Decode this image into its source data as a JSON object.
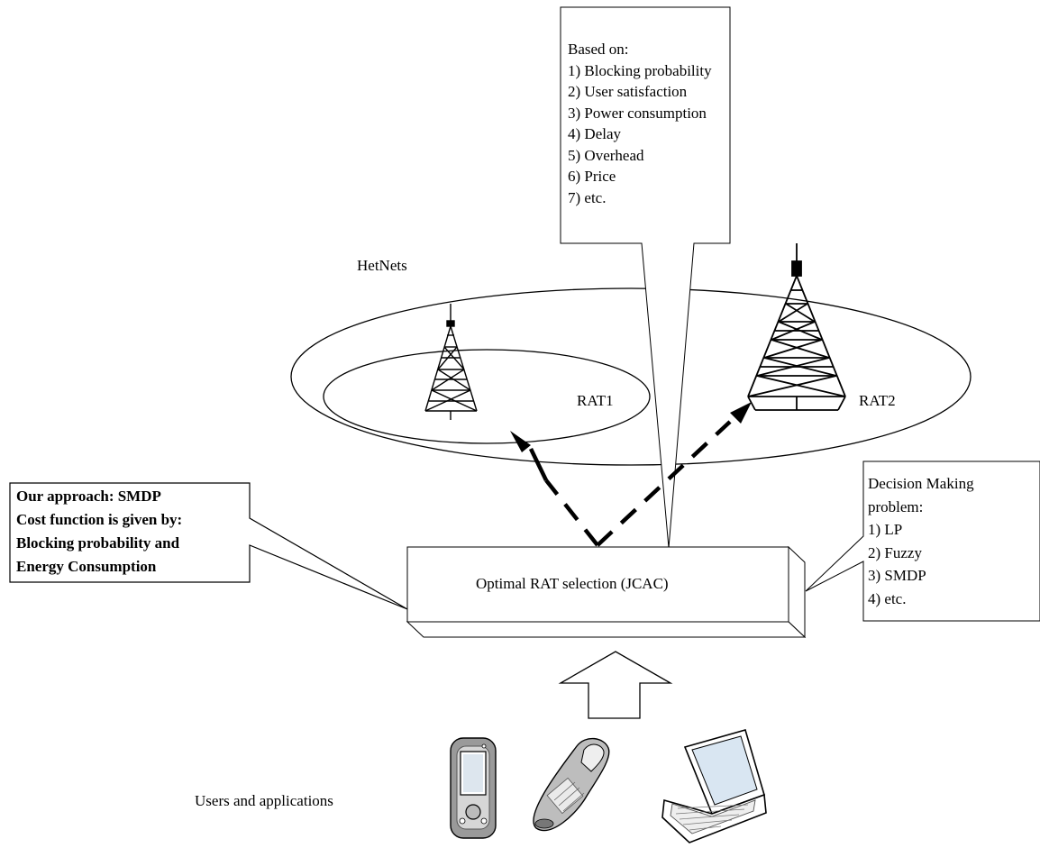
{
  "criteria_callout": {
    "heading": "Based on:",
    "items": [
      "1) Blocking probability",
      "2) User satisfaction",
      "3) Power consumption",
      "4) Delay",
      "5) Overhead",
      "6) Price",
      "7) etc."
    ]
  },
  "hetnets_label": "HetNets",
  "rat1_label": "RAT1",
  "rat2_label": "RAT2",
  "approach_callout": {
    "lines": [
      "Our approach: SMDP",
      "Cost function is given by:",
      "Blocking probability and",
      "Energy Consumption"
    ]
  },
  "decision_callout": {
    "lines": [
      "Decision Making",
      "problem:",
      "1) LP",
      "2) Fuzzy",
      "3) SMDP",
      "4) etc."
    ]
  },
  "selector_label": "Optimal RAT selection (JCAC)",
  "users_label": "Users and applications",
  "icons": [
    "tower-small-icon",
    "tower-large-icon",
    "pda-icon",
    "flip-phone-icon",
    "laptop-icon",
    "up-arrow-icon"
  ]
}
